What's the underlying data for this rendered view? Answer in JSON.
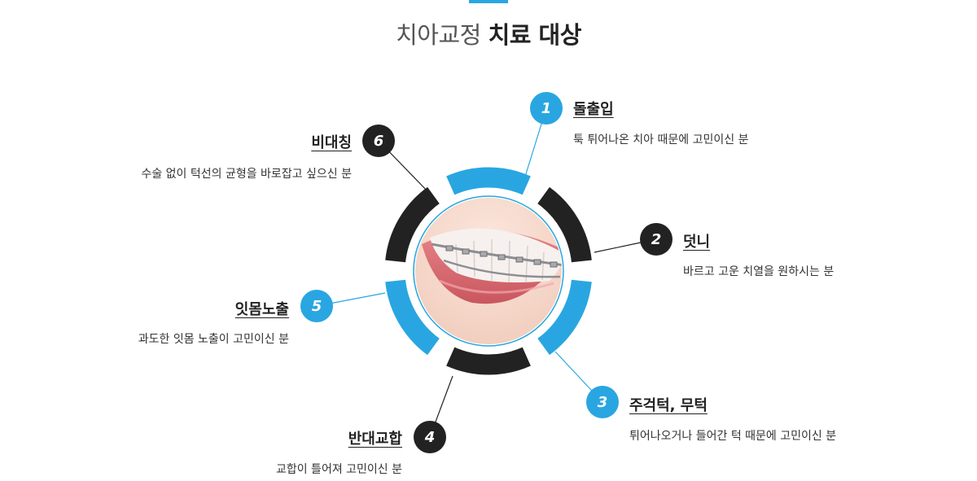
{
  "title": {
    "light": "치아교정",
    "bold": "치료 대상"
  },
  "colors": {
    "accent": "#29a6e1",
    "dark": "#222222"
  },
  "image": {
    "description_icon": "smile-with-braces-photo"
  },
  "items": [
    {
      "number": "1",
      "label": "돌출입",
      "desc": "툭 튀어나온 치아 때문에 고민이신 분",
      "color": "blue"
    },
    {
      "number": "2",
      "label": "덧니",
      "desc": "바르고 고운 치열을 원하시는 분",
      "color": "dark"
    },
    {
      "number": "3",
      "label": "주걱턱, 무턱",
      "desc": "튀어나오거나 들어간 턱 때문에 고민이신 분",
      "color": "blue"
    },
    {
      "number": "4",
      "label": "반대교합",
      "desc": "교합이 틀어져 고민이신 분",
      "color": "dark"
    },
    {
      "number": "5",
      "label": "잇몸노출",
      "desc": "과도한 잇몸 노출이 고민이신 분",
      "color": "blue"
    },
    {
      "number": "6",
      "label": "비대칭",
      "desc": "수술 없이 턱선의 균형을 바로잡고 싶으신 분",
      "color": "dark"
    }
  ]
}
